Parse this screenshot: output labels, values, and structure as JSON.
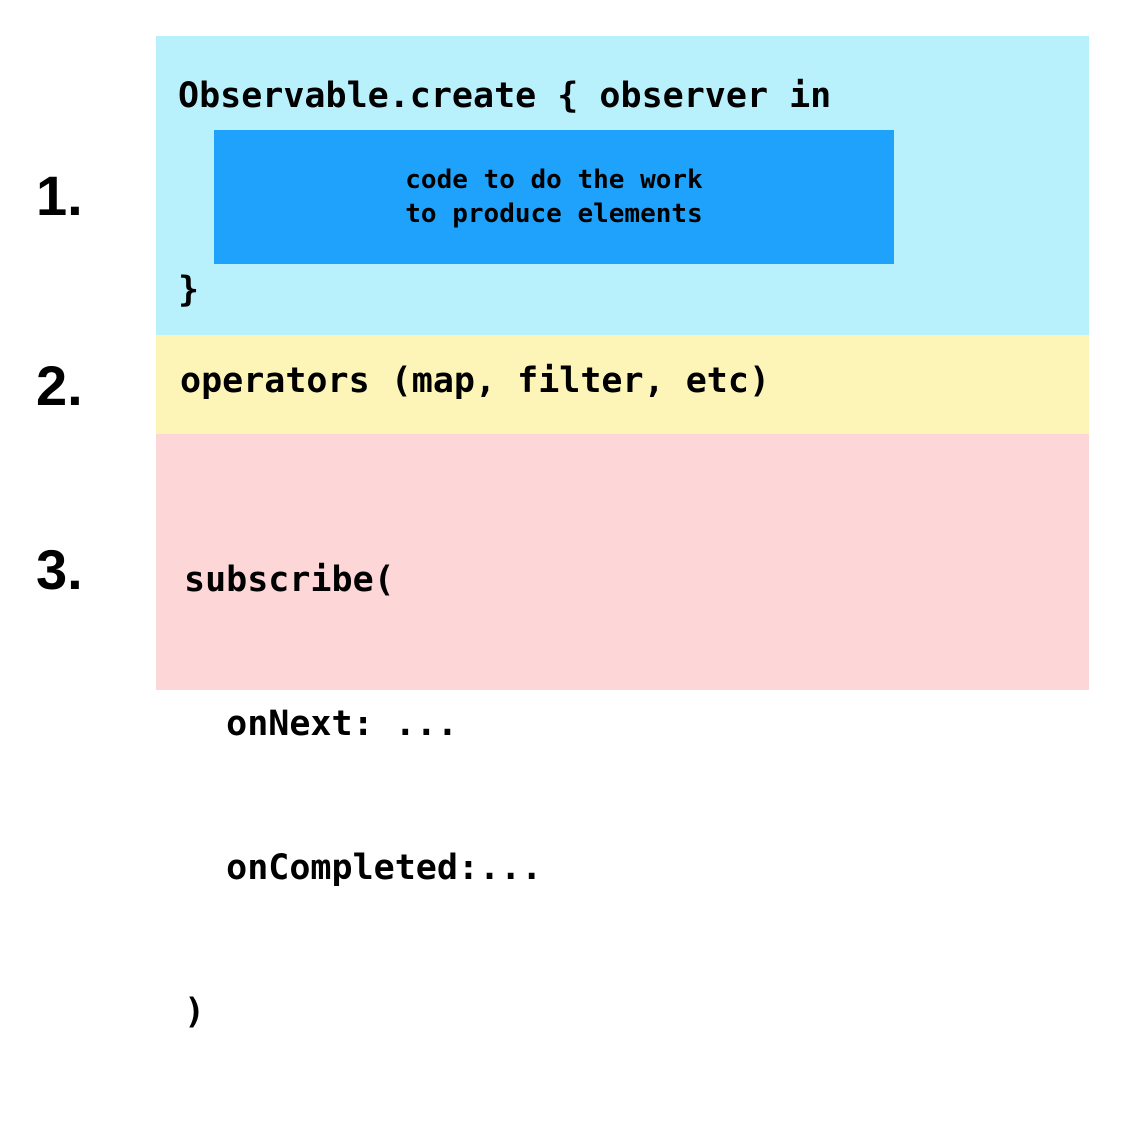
{
  "steps": {
    "one": "1.",
    "two": "2.",
    "three": "3."
  },
  "create": {
    "open_line": "Observable.create { observer in",
    "work_lines": [
      "code to do the work",
      "to produce elements"
    ],
    "close_line": "}"
  },
  "operators": {
    "line": "operators (map, filter, etc)"
  },
  "subscribe": {
    "lines": [
      "subscribe(",
      "  onNext: ...",
      "  onCompleted:...",
      ")"
    ]
  },
  "colors": {
    "create_bg": "#b8f0fc",
    "work_bg": "#1ea2fc",
    "operators_bg": "#fdf4b8",
    "subscribe_bg": "#fdd6d8"
  }
}
